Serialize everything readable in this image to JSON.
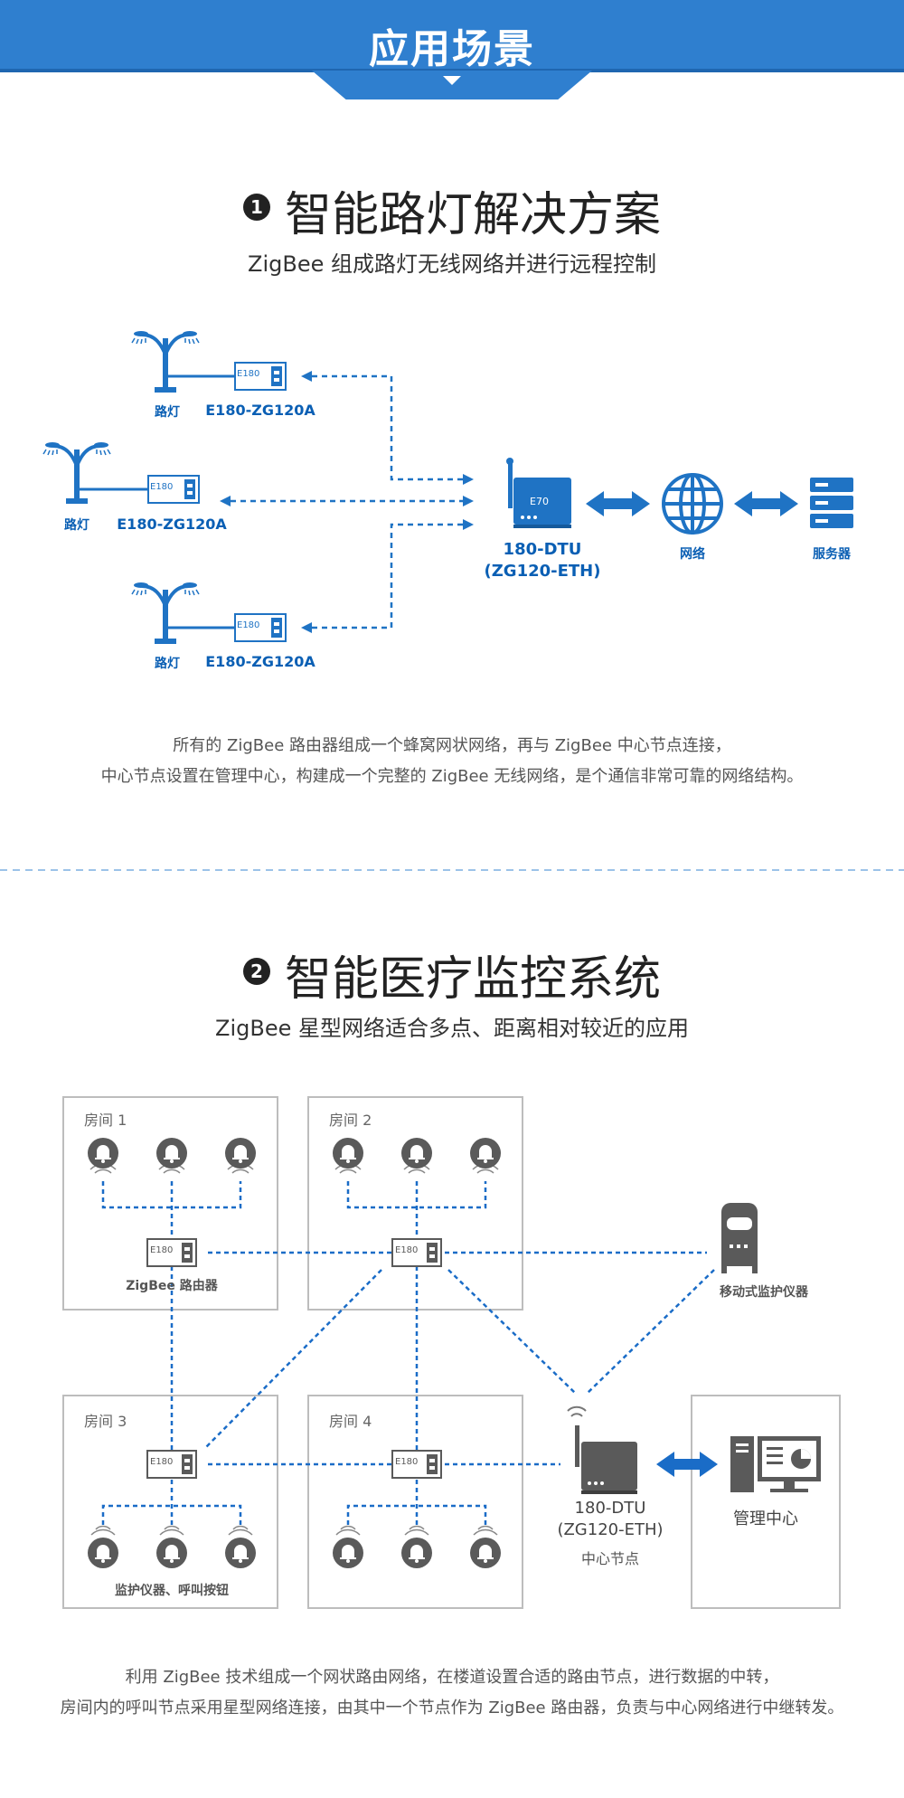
{
  "header": {
    "title": "应用场景"
  },
  "section1": {
    "number": "1",
    "title": "智能路灯解决方案",
    "subtitle": "ZigBee 组成路灯无线网络并进行远程控制",
    "streetlight_label": "路灯",
    "module_label": "E180-ZG120A",
    "module_chip_text": "E180",
    "gateway_chip_text": "E70",
    "gateway_label_line1": "180-DTU",
    "gateway_label_line2": "(ZG120-ETH)",
    "network_label": "网络",
    "server_label": "服务器",
    "desc_line1": "所有的 ZigBee 路由器组成一个蜂窝网状网络，再与 ZigBee 中心节点连接，",
    "desc_line2": "中心节点设置在管理中心，构建成一个完整的 ZigBee 无线网络，是个通信非常可靠的网络结构。"
  },
  "section2": {
    "number": "2",
    "title": "智能医疗监控系统",
    "subtitle": "ZigBee 星型网络适合多点、距离相对较近的应用",
    "rooms": [
      "房间 1",
      "房间 2",
      "房间 3",
      "房间 4"
    ],
    "router_chip_text": "E180",
    "router_label": "ZigBee 路由器",
    "devices_label": "监护仪器、呼叫按钮",
    "mobile_monitor_label": "移动式监护仪器",
    "dtu_label_line1": "180-DTU",
    "dtu_label_line2": "(ZG120-ETH)",
    "center_node_label": "中心节点",
    "management_label": "管理中心",
    "desc_line1": "利用 ZigBee 技术组成一个网状路由网络，在楼道设置合适的路由节点，进行数据的中转，",
    "desc_line2": "房间内的呼叫节点采用星型网络连接，由其中一个节点作为 ZigBee 路由器，负责与中心网络进行中继转发。"
  },
  "colors": {
    "brand_blue": "#1f73c4",
    "link_blue": "#1a6cc7",
    "gray_device": "#5a5a5a"
  }
}
